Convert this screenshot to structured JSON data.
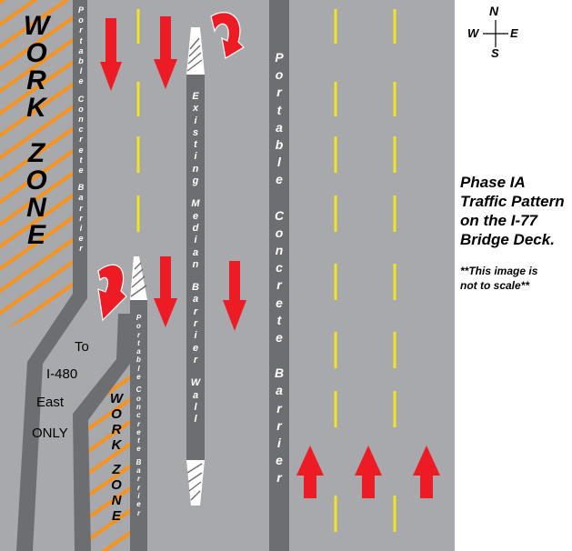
{
  "compass": {
    "n": "N",
    "s": "S",
    "e": "E",
    "w": "W"
  },
  "labels": {
    "work_zone_main": "WORK ZONE",
    "work_zone_small": "WORK ZONE",
    "pcb_left": "Portable Concrete Barrier",
    "pcb_ramp": "Portable Concrete Barrier",
    "pcb_center": "Portable Concrete Barrier",
    "median_wall": "Existing Median Barrier Wall",
    "ramp_to": "To",
    "ramp_route": "I-480",
    "ramp_dir": "East",
    "ramp_only": "ONLY"
  },
  "legend": {
    "title_line1": "Phase IA",
    "title_line2": "Traffic Pattern",
    "title_line3": "on the I-77",
    "title_line4": "Bridge Deck.",
    "note_line1": "**This image is",
    "note_line2": "not to scale**"
  },
  "colors": {
    "road": "#a7a9ac",
    "barrier": "#6d6e71",
    "lane_line": "#f2e51c",
    "hatch": "#f7931e",
    "arrow": "#ed1c24"
  }
}
